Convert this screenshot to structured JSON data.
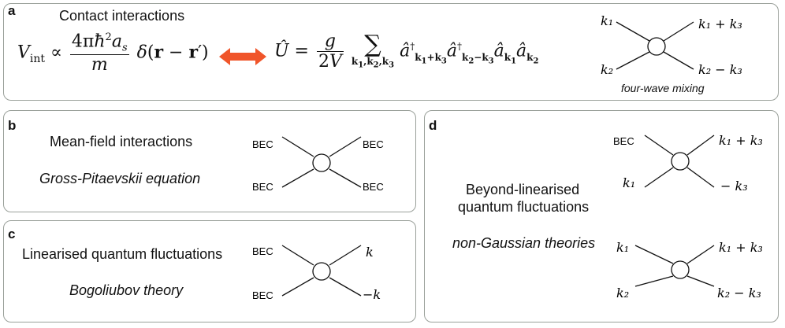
{
  "panels": {
    "a": {
      "label": "a",
      "title": "Contact interactions",
      "caption": "four-wave mixing",
      "vertex": {
        "tl": "k₁",
        "tr": "k₁ + k₃",
        "bl": "k₂",
        "br": "k₂ − k₃"
      }
    },
    "b": {
      "label": "b",
      "title": "Mean-field interactions",
      "subtitle": "Gross-Pitaevskii equation",
      "vertex": {
        "tl": "BEC",
        "tr": "BEC",
        "bl": "BEC",
        "br": "BEC"
      }
    },
    "c": {
      "label": "c",
      "title": "Linearised quantum fluctuations",
      "subtitle": "Bogoliubov theory",
      "vertex": {
        "tl": "BEC",
        "tr": "k",
        "bl": "BEC",
        "br": "−k"
      }
    },
    "d": {
      "label": "d",
      "title_line1": "Beyond-linearised",
      "title_line2": "quantum fluctuations",
      "subtitle": "non-Gaussian theories",
      "vertex_top": {
        "tl": "BEC",
        "tr": "k₁ + k₃",
        "bl": "k₁",
        "br": "− k₃"
      },
      "vertex_bottom": {
        "tl": "k₁",
        "tr": "k₁ + k₃",
        "bl": "k₂",
        "br": "k₂ − k₃"
      }
    }
  },
  "colors": {
    "arrow": "#f0552a",
    "border": "#9aa09a"
  }
}
